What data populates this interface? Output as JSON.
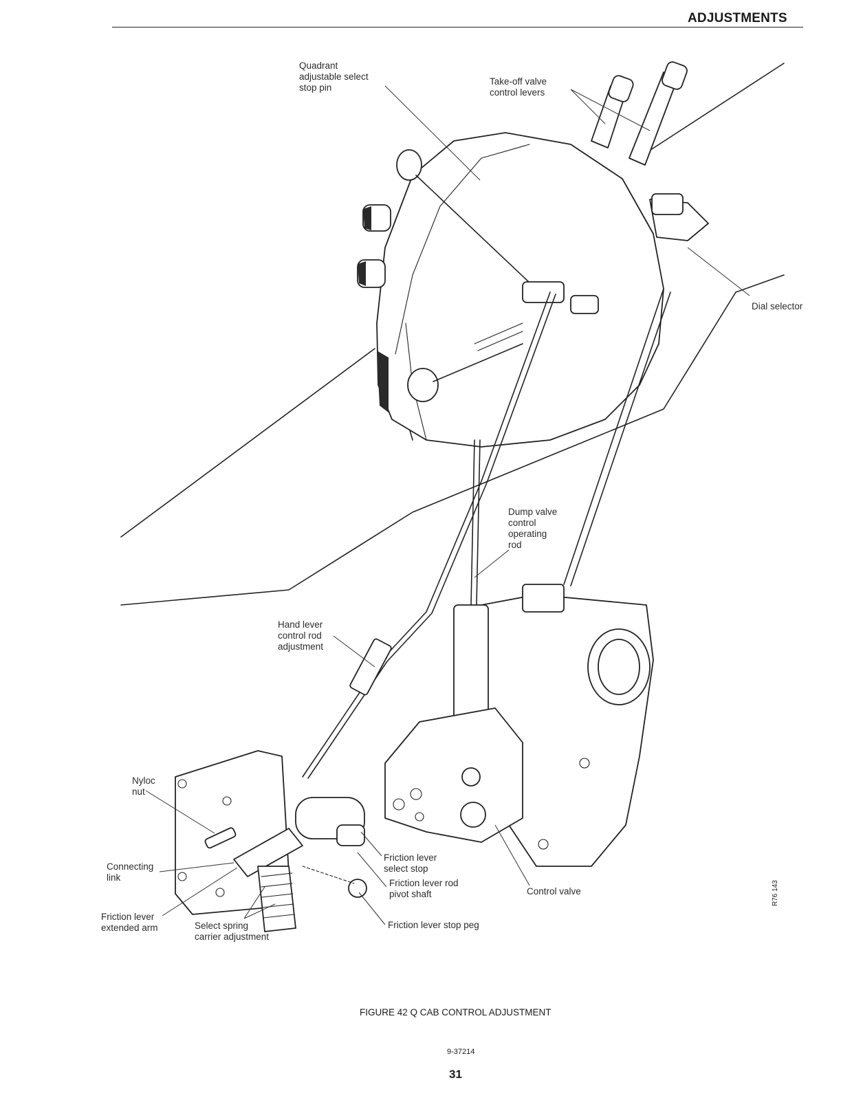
{
  "header": {
    "title": "ADJUSTMENTS"
  },
  "labels": {
    "quadrant_stop_pin": "Quadrant\nadjustable select\nstop pin",
    "takeoff_levers": "Take-off valve\ncontrol levers",
    "dial_selector": "Dial selector",
    "dump_valve_rod": "Dump valve\ncontrol\noperating\nrod",
    "hand_lever_rod": "Hand lever\ncontrol rod\nadjustment",
    "nyloc_nut": "Nyloc\nnut",
    "connecting_link": "Connecting\nlink",
    "friction_lever_arm": "Friction lever\nextended arm",
    "select_spring": "Select spring\ncarrier adjustment",
    "friction_lever_select_stop": "Friction lever\nselect stop",
    "friction_lever_rod_pivot": "Friction lever rod\npivot shaft",
    "control_valve": "Control valve",
    "friction_lever_stop_peg": "Friction lever stop peg"
  },
  "reference_code": "R76 143",
  "caption": "FIGURE 42    Q CAB CONTROL ADJUSTMENT",
  "document_number": "9-37214",
  "page_number": "31"
}
